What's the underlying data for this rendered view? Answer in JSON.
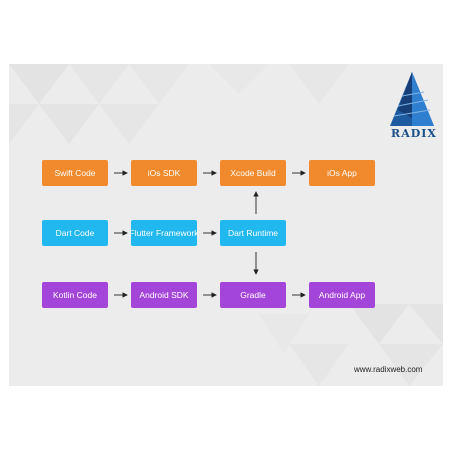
{
  "brand": {
    "name": "RADIX",
    "website": "www.radixweb.com"
  },
  "colors": {
    "swift_row": "#f08a2c",
    "flutter_row": "#21b7ef",
    "kotlin_row": "#a445d9",
    "background": "#ececec",
    "logo": "#1b4f8a"
  },
  "diagram": {
    "nodes": {
      "swift_code": "Swift Code",
      "ios_sdk": "iOs SDK",
      "xcode_build": "Xcode Build",
      "ios_app": "iOs App",
      "dart_code": "Dart Code",
      "flutter_framework": "Flutter Framework",
      "dart_runtime": "Dart Runtime",
      "kotlin_code": "Kotlin Code",
      "android_sdk": "Android SDK",
      "gradle": "Gradle",
      "android_app": "Android App"
    },
    "edges": [
      [
        "swift_code",
        "ios_sdk"
      ],
      [
        "ios_sdk",
        "xcode_build"
      ],
      [
        "xcode_build",
        "ios_app"
      ],
      [
        "dart_code",
        "flutter_framework"
      ],
      [
        "flutter_framework",
        "dart_runtime"
      ],
      [
        "dart_runtime",
        "xcode_build"
      ],
      [
        "dart_runtime",
        "gradle"
      ],
      [
        "kotlin_code",
        "android_sdk"
      ],
      [
        "android_sdk",
        "gradle"
      ],
      [
        "gradle",
        "android_app"
      ]
    ]
  }
}
